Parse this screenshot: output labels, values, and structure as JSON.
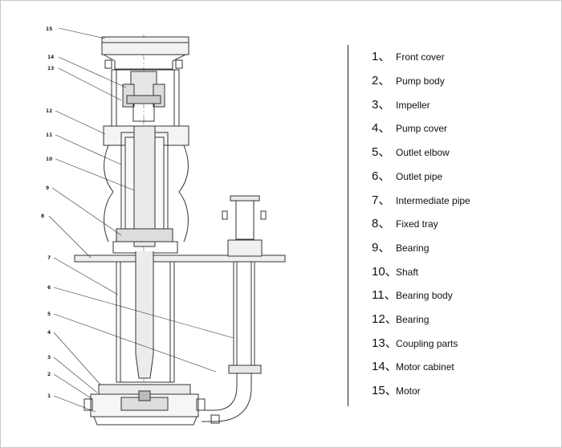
{
  "callouts": [
    "15",
    "14",
    "13",
    "12",
    "11",
    "10",
    "9",
    "8",
    "7",
    "6",
    "5",
    "4",
    "3",
    "2",
    "1"
  ],
  "legend": [
    {
      "num": "1、",
      "label": "Front cover"
    },
    {
      "num": "2、",
      "label": "Pump body"
    },
    {
      "num": "3、",
      "label": "Impeller"
    },
    {
      "num": "4、",
      "label": "Pump cover"
    },
    {
      "num": "5、",
      "label": "Outlet elbow"
    },
    {
      "num": "6、",
      "label": "Outlet pipe"
    },
    {
      "num": "7、",
      "label": "Intermediate pipe"
    },
    {
      "num": "8、",
      "label": "Fixed tray"
    },
    {
      "num": "9、",
      "label": "Bearing"
    },
    {
      "num": "10、",
      "label": "Shaft"
    },
    {
      "num": "11、",
      "label": "Bearing body"
    },
    {
      "num": "12、",
      "label": "Bearing"
    },
    {
      "num": "13、",
      "label": "Coupling parts"
    },
    {
      "num": "14、",
      "label": "Motor cabinet"
    },
    {
      "num": "15、",
      "label": "Motor"
    }
  ]
}
